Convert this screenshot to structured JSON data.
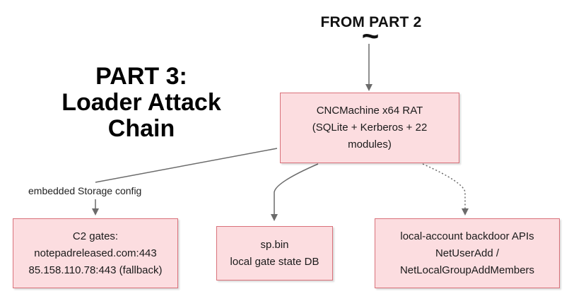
{
  "header": {
    "from_label": "FROM PART 2",
    "tilde": "~"
  },
  "title": {
    "lines": [
      "PART 3:",
      "Loader Attack",
      "Chain"
    ]
  },
  "nodes": {
    "rat": {
      "lines": [
        "CNCMachine x64 RAT",
        "(SQLite + Kerberos + 22",
        "modules)"
      ]
    },
    "c2": {
      "lines": [
        "C2 gates:",
        "notepadreleased.com:443",
        "85.158.110.78:443 (fallback)"
      ]
    },
    "spbin": {
      "lines": [
        "sp.bin",
        "local gate state DB"
      ]
    },
    "backdoor": {
      "lines": [
        "local-account backdoor APIs",
        "NetUserAdd /",
        "NetLocalGroupAddMembers"
      ]
    }
  },
  "edges": {
    "storage_label": "embedded Storage config"
  },
  "colors": {
    "box_fill": "#fcdde0",
    "box_border": "#d9717a",
    "connector": "#6b6b6b"
  }
}
